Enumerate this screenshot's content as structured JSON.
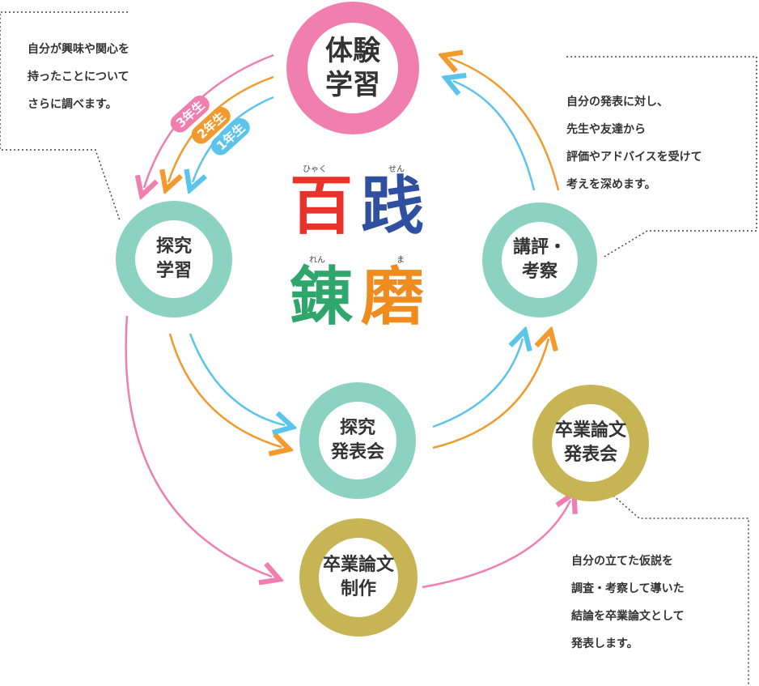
{
  "center_logo": {
    "chars": [
      "百",
      "践",
      "錬",
      "磨"
    ],
    "ruby": [
      "ひゃく",
      "せん",
      "れん",
      "ま"
    ]
  },
  "nodes": {
    "taiken": {
      "label": "体験\n学習",
      "color": "#f07fb0"
    },
    "tankyu": {
      "label": "探究\n学習",
      "color": "#8cd2c0"
    },
    "kohyo": {
      "label": "講評・\n考察",
      "color": "#8cd2c0"
    },
    "happyokai": {
      "label": "探究\n発表会",
      "color": "#8cd2c0"
    },
    "sotsuron_happyo": {
      "label": "卒業論文\n発表会",
      "color": "#c7b454"
    },
    "sotsuron_seisaku": {
      "label": "卒業論文\n制作",
      "color": "#c7b454"
    }
  },
  "grade_tags": {
    "g3": {
      "label": "3年生",
      "color": "#f07fb0"
    },
    "g2": {
      "label": "2年生",
      "color": "#f29a2e"
    },
    "g1": {
      "label": "1年生",
      "color": "#5bc4ea"
    }
  },
  "notes": {
    "top_left": [
      "自分が興味や関心を",
      "持ったことについて",
      "さらに調べます。"
    ],
    "right": [
      "自分の発表に対し、",
      "先生や友達から",
      "評価やアドバイスを受けて",
      "考えを深めます。"
    ],
    "bottom_right": [
      "自分の立てた仮説を",
      "調査・考察して導いた",
      "結論を卒業論文として",
      "発表します。"
    ]
  },
  "colors": {
    "pink": "#f07fb0",
    "orange": "#f29a2e",
    "blue": "#5bc4ea",
    "teal": "#8cd2c0",
    "gold": "#c7b454",
    "dotted": "#444444"
  }
}
